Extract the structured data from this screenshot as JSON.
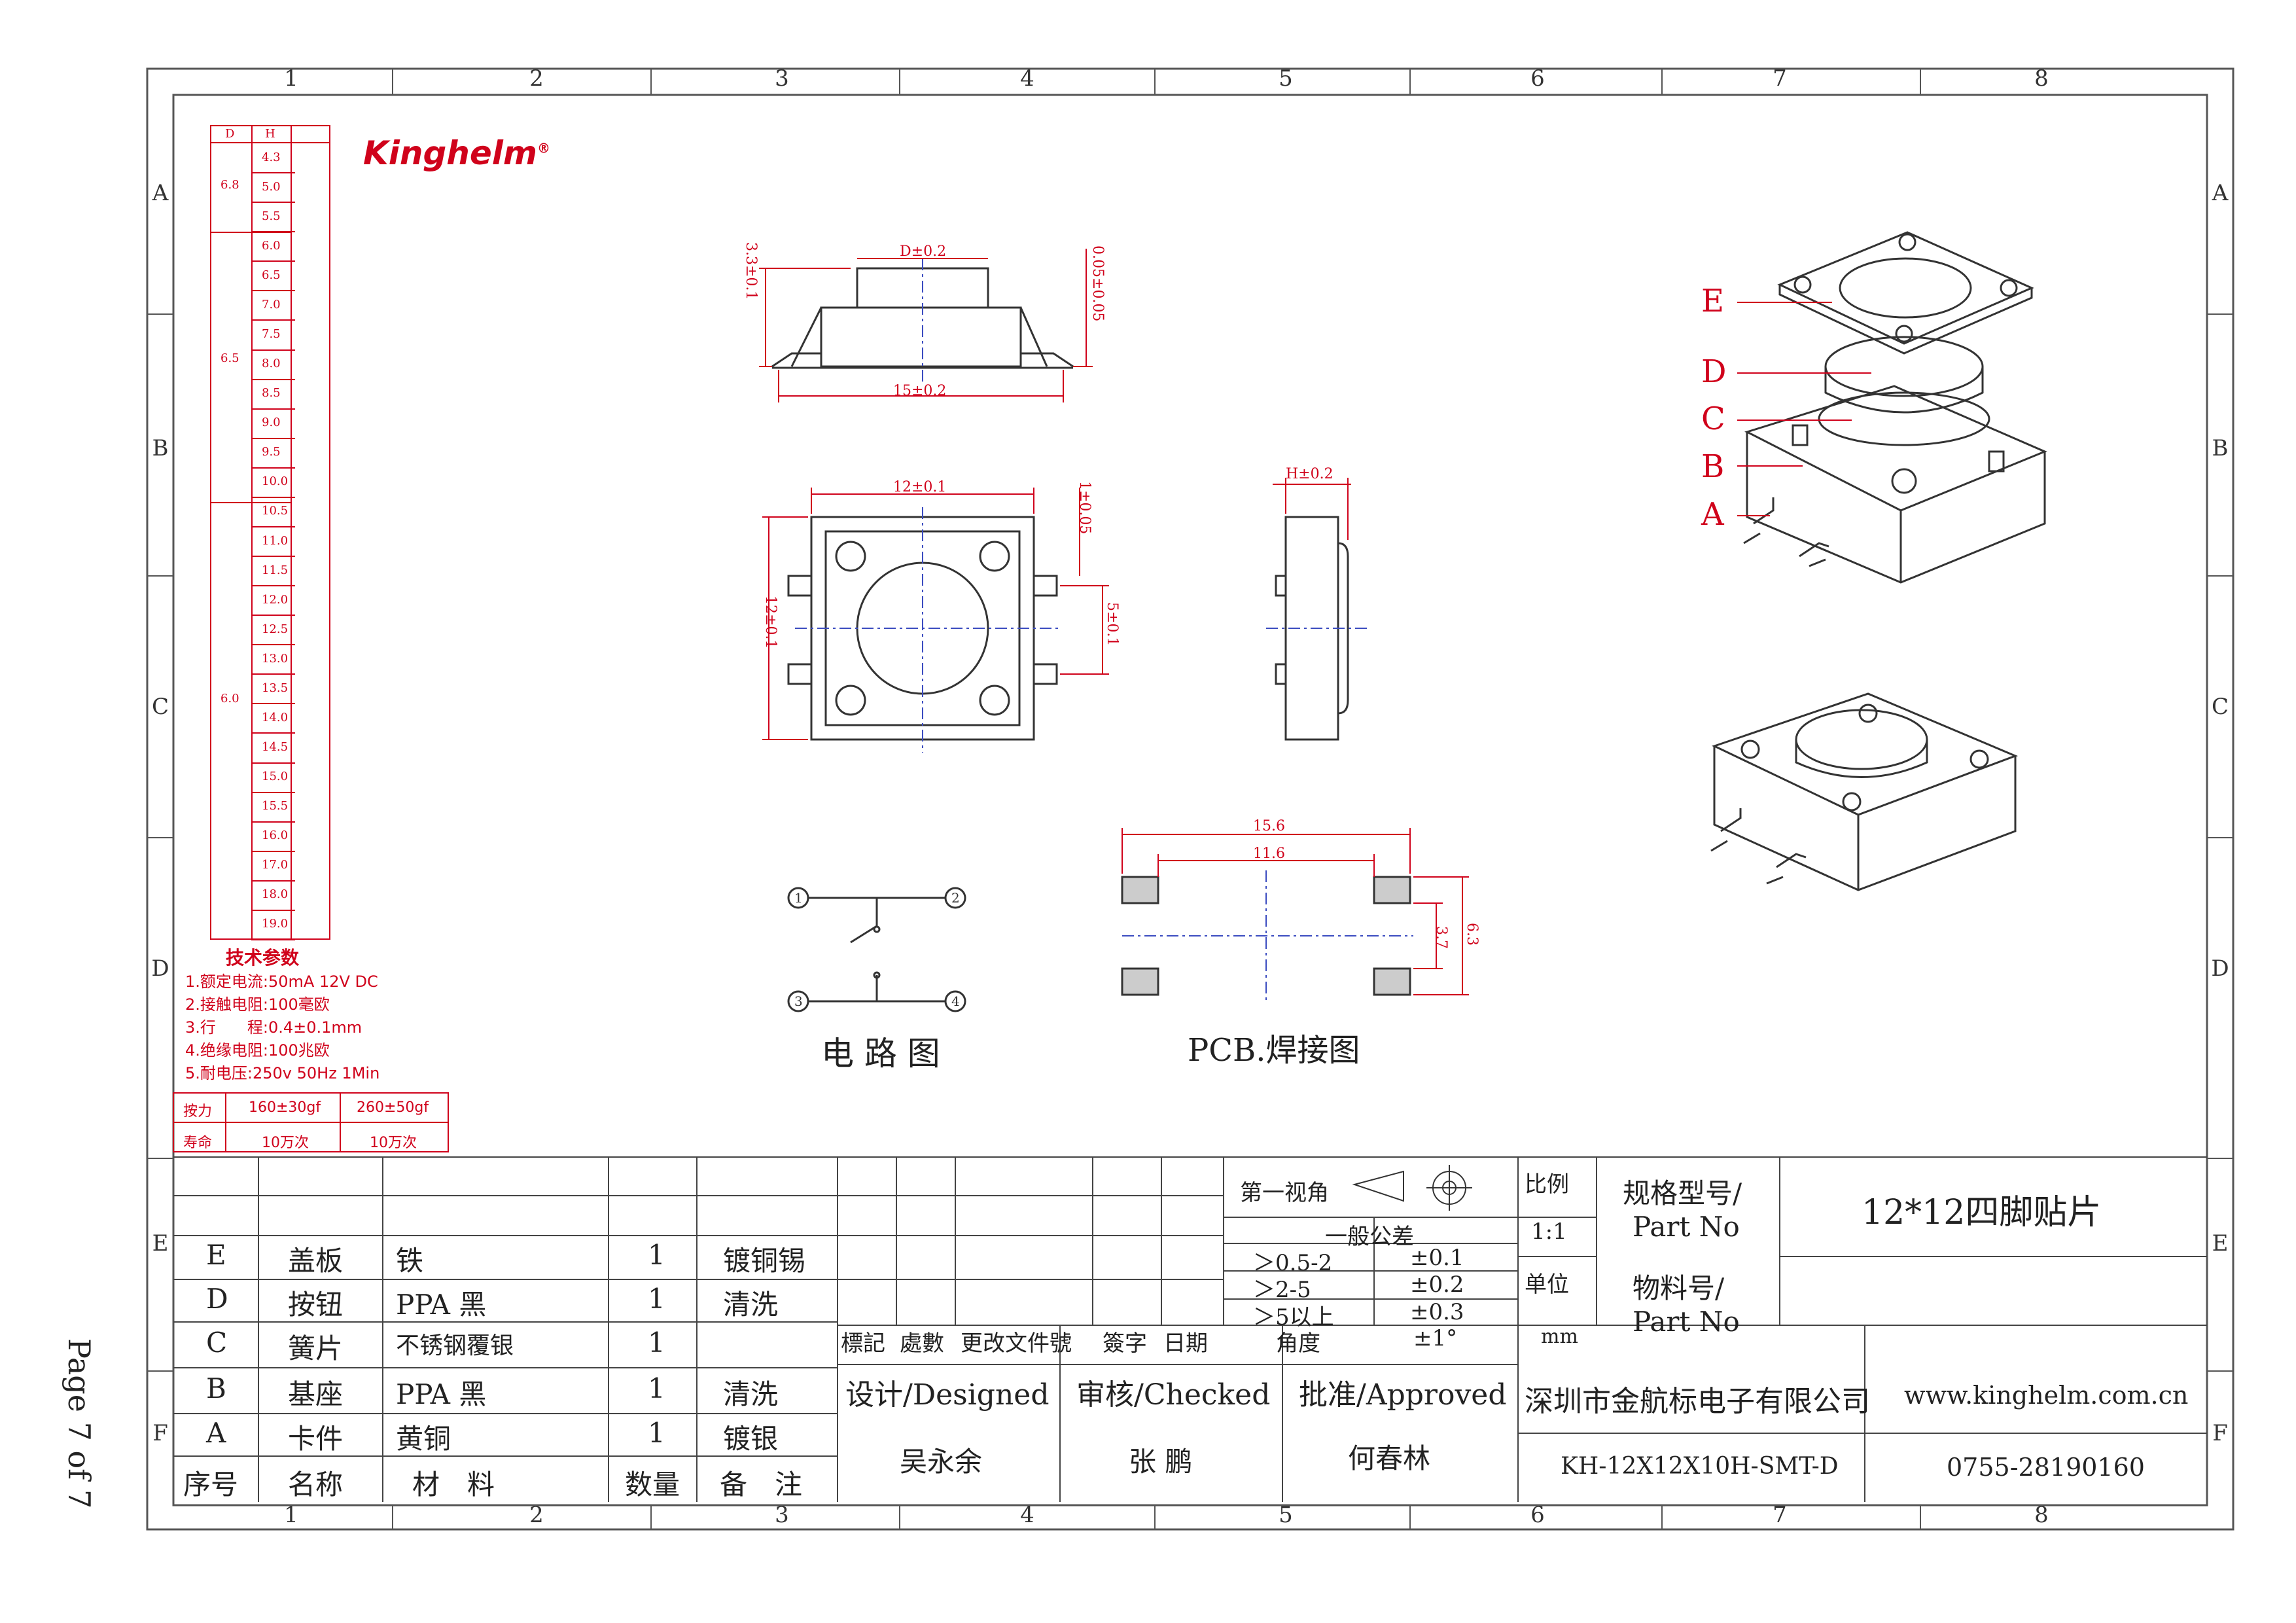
{
  "zones": {
    "columns": [
      "1",
      "2",
      "3",
      "4",
      "5",
      "6",
      "7",
      "8"
    ],
    "rows": [
      "A",
      "B",
      "C",
      "D",
      "E",
      "F"
    ]
  },
  "brand": {
    "logo_text": "Kinghelm",
    "registered": "®"
  },
  "dh_table": {
    "headers": [
      "D",
      "H"
    ],
    "groups": [
      {
        "d": "6.8",
        "h": [
          "4.3",
          "5.0",
          "5.5"
        ]
      },
      {
        "d": "6.5",
        "h": [
          "6.0",
          "6.5",
          "7.0",
          "7.5",
          "8.0",
          "8.5",
          "9.0",
          "9.5",
          "10.0"
        ]
      },
      {
        "d": "6.0",
        "h": [
          "10.5",
          "11.0",
          "11.5",
          "12.0",
          "12.5",
          "13.0",
          "13.5",
          "14.0",
          "14.5",
          "15.0",
          "15.5",
          "16.0",
          "17.0",
          "18.0",
          "19.0"
        ]
      }
    ]
  },
  "tech_params": {
    "title": "技术参数",
    "items": [
      "1.额定电流:50mA 12V DC",
      "2.接触电阻:100毫欧",
      "3.行　　程:0.4±0.1mm",
      "4.绝缘电阻:100兆欧",
      "5.耐电压:250v 50Hz 1Min"
    ]
  },
  "force_table": {
    "rows": [
      [
        "按力",
        "160±30gf",
        "260±50gf"
      ],
      [
        "寿命",
        "10万次",
        "10万次"
      ]
    ]
  },
  "dims": {
    "top_d": "D±0.2",
    "left_h": "3.3±0.1",
    "right_t": "0.05±0.05",
    "bottom_w": "15±0.2",
    "plan_w": "12±0.1",
    "plan_h": "12±0.1",
    "plan_t": "1±0.05",
    "plan_pitch": "5±0.1",
    "side_h": "H±0.2",
    "pcb_outer": "15.6",
    "pcb_inner": "11.6",
    "pcb_v1": "3.7",
    "pcb_v2": "6.3"
  },
  "captions": {
    "circuit": "电 路 图",
    "pcb": "PCB.焊接图"
  },
  "circuit_pins": [
    "1",
    "2",
    "3",
    "4"
  ],
  "parts_labels": [
    "E",
    "D",
    "C",
    "B",
    "A"
  ],
  "bom": {
    "rows": [
      [
        "E",
        "盖板",
        "铁",
        "1",
        "镀铜锡"
      ],
      [
        "D",
        "按钮",
        "PPA 黑",
        "1",
        "清洗"
      ],
      [
        "C",
        "簧片",
        "不锈钢覆银",
        "1",
        ""
      ],
      [
        "B",
        "基座",
        "PPA 黑",
        "1",
        "清洗"
      ],
      [
        "A",
        "卡件",
        "黄铜",
        "1",
        "镀银"
      ]
    ],
    "header": [
      "序号",
      "名称",
      "材　料",
      "数量",
      "备　注"
    ]
  },
  "revision_header": [
    "標記",
    "處數",
    "更改文件號",
    "簽字",
    "日期"
  ],
  "tolerance": {
    "projection": "第一视角",
    "title": "一般公差",
    "rows": [
      [
        "＞0.5-2",
        "±0.1"
      ],
      [
        "＞2-5",
        "±0.2"
      ],
      [
        "＞5以上",
        "±0.3"
      ],
      [
        "角度",
        "±1°"
      ]
    ]
  },
  "title_block": {
    "scale_label": "比例",
    "scale_value": "1:1",
    "unit_label": "单位",
    "unit_value": "mm",
    "spec_label_cn": "规格型号/",
    "spec_label_en": "Part No",
    "spec_value": "12*12四脚贴片",
    "material_label_cn": "物料号/",
    "material_label_en": "Part No",
    "material_value": "",
    "design_label": "设计/Designed",
    "check_label": "审核/Checked",
    "approve_label": "批准/Approved",
    "designer": "吴永余",
    "checker": "张 鹏",
    "approver": "何春林",
    "company": "深圳市金航标电子有限公司",
    "website": "www.kinghelm.com.cn",
    "part_number": "KH-12X12X10H-SMT-D",
    "phone": "0755-28190160"
  },
  "page_label": "Page 7 of 7",
  "colors": {
    "accent": "#d0021b",
    "centerline": "#3b4cc0",
    "line": "#333333"
  }
}
